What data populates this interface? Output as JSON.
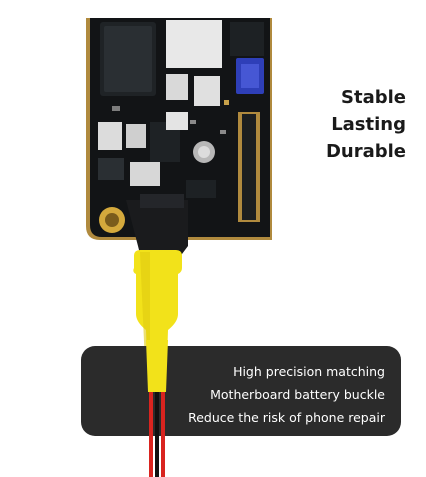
{
  "product_image": {
    "icon": "motherboard-battery-cable"
  },
  "tagline": [
    "Stable",
    "Lasting",
    "Durable"
  ],
  "features_panel": {
    "lines": [
      "High precision matching",
      "Motherboard battery buckle",
      "Reduce the risk of phone repair"
    ]
  },
  "colors": {
    "background": "#ffffff",
    "board": "#121416",
    "board_edge": "#b08a3e",
    "connector_yellow": "#f2e21a",
    "wire_red": "#d9241f",
    "wire_black": "#111111",
    "panel": "#2b2b2b",
    "panel_text": "#ffffff",
    "tagline_text": "#1a1a1a",
    "chip_blue": "#2e3fb8"
  }
}
